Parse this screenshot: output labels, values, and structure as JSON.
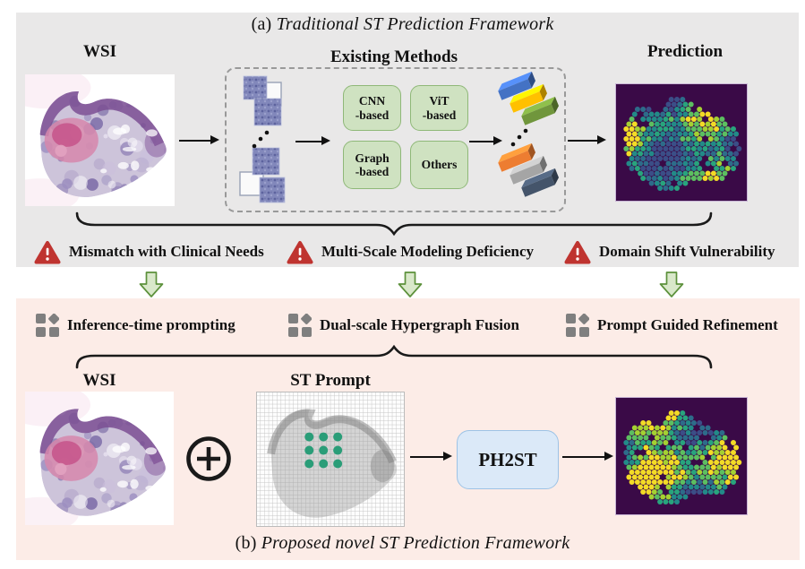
{
  "colors": {
    "panel_a_bg": "#e9e8e8",
    "panel_b_bg": "#fcece7",
    "method_box_fill": "#cfe2c1",
    "method_box_border": "#8fb878",
    "warning_red": "#bf3430",
    "arrow_green_fill": "#d9e8ca",
    "arrow_green_border": "#5c913b",
    "icon_gray": "#7f7f7f",
    "model_box_fill": "#dbe9f8",
    "model_box_border": "#9dc3e6",
    "prediction_bg": "#3a0a47",
    "prompt_dot_green": "#2a9d78",
    "block_colors_top": [
      "#4472c4",
      "#ffc000",
      "#70963c"
    ],
    "block_colors_bottom": [
      "#ed7d31",
      "#a5a5a5",
      "#44546a"
    ],
    "viridis_palette": [
      "#3b528b",
      "#2c728e",
      "#21918c",
      "#27ad81",
      "#5ec962",
      "#aadc32",
      "#fde725"
    ]
  },
  "panel_a": {
    "caption_prefix": "(a)",
    "caption_text": "Traditional ST Prediction Framework",
    "wsi_label": "WSI",
    "existing_methods_label": "Existing Methods",
    "prediction_label": "Prediction",
    "methods": [
      {
        "line1": "CNN",
        "line2": "-based"
      },
      {
        "line1": "ViT",
        "line2": "-based"
      },
      {
        "line1": "Graph",
        "line2": "-based"
      },
      {
        "line1": "Others",
        "line2": ""
      }
    ],
    "issues": [
      "Mismatch with Clinical Needs",
      "Multi-Scale Modeling Deficiency",
      "Domain Shift Vulnerability"
    ]
  },
  "panel_b": {
    "features": [
      "Inference-time prompting",
      "Dual-scale Hypergraph Fusion",
      "Prompt Guided Refinement"
    ],
    "wsi_label": "WSI",
    "st_prompt_label": "ST Prompt",
    "model_label": "PH2ST",
    "caption_prefix": "(b)",
    "caption_text": "Proposed novel ST Prediction Framework"
  }
}
